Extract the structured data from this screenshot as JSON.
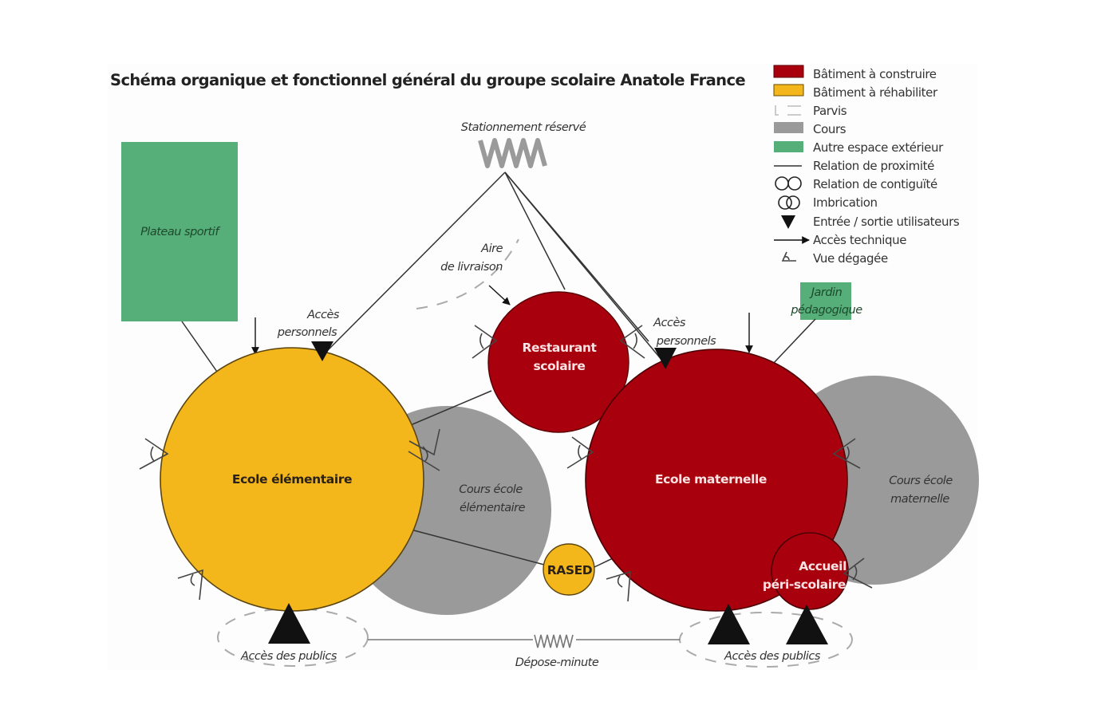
{
  "title": "Schéma organique et fonctionnel général du groupe scolaire Anatole France",
  "colors": {
    "build": "#a8000c",
    "rehab": "#f3b71b",
    "court": "#9a9a9a",
    "green": "#56ae79",
    "line": "#333333"
  },
  "legend": [
    {
      "icon": "red-swatch-icon",
      "label": "Bâtiment à construire"
    },
    {
      "icon": "yellow-swatch-icon",
      "label": "Bâtiment à réhabiliter"
    },
    {
      "icon": "dashed-parvis-icon",
      "label": "Parvis"
    },
    {
      "icon": "gray-swatch-icon",
      "label": "Cours"
    },
    {
      "icon": "green-swatch-icon",
      "label": "Autre espace extérieur"
    },
    {
      "icon": "line-icon",
      "label": "Relation de proximité"
    },
    {
      "icon": "touching-circles-icon",
      "label": "Relation de contiguïté"
    },
    {
      "icon": "overlapping-circles-icon",
      "label": "Imbrication"
    },
    {
      "icon": "down-triangle-icon",
      "label": "Entrée / sortie utilisateurs"
    },
    {
      "icon": "arrow-icon",
      "label": "Accès technique"
    },
    {
      "icon": "eye-icon",
      "label": "Vue dégagée"
    }
  ],
  "nodes": {
    "plateau": "Plateau sportif",
    "jardin_1": "Jardin",
    "jardin_2": "pédagogique",
    "stationnement": "Stationnement réservé",
    "livraison_1": "Aire",
    "livraison_2": "de livraison",
    "ecole_elem": "Ecole élémentaire",
    "cours_elem_1": "Cours école",
    "cours_elem_2": "élémentaire",
    "restaurant_1": "Restaurant",
    "restaurant_2": "scolaire",
    "ecole_mat": "Ecole maternelle",
    "cours_mat_1": "Cours école",
    "cours_mat_2": "maternelle",
    "accueil_1": "Accueil",
    "accueil_2": "péri-scolaire",
    "rased": "RASED",
    "acces_perso_1": "Accès",
    "acces_perso_2": "personnels",
    "acces_publics": "Accès des publics",
    "depose": "Dépose-minute"
  }
}
